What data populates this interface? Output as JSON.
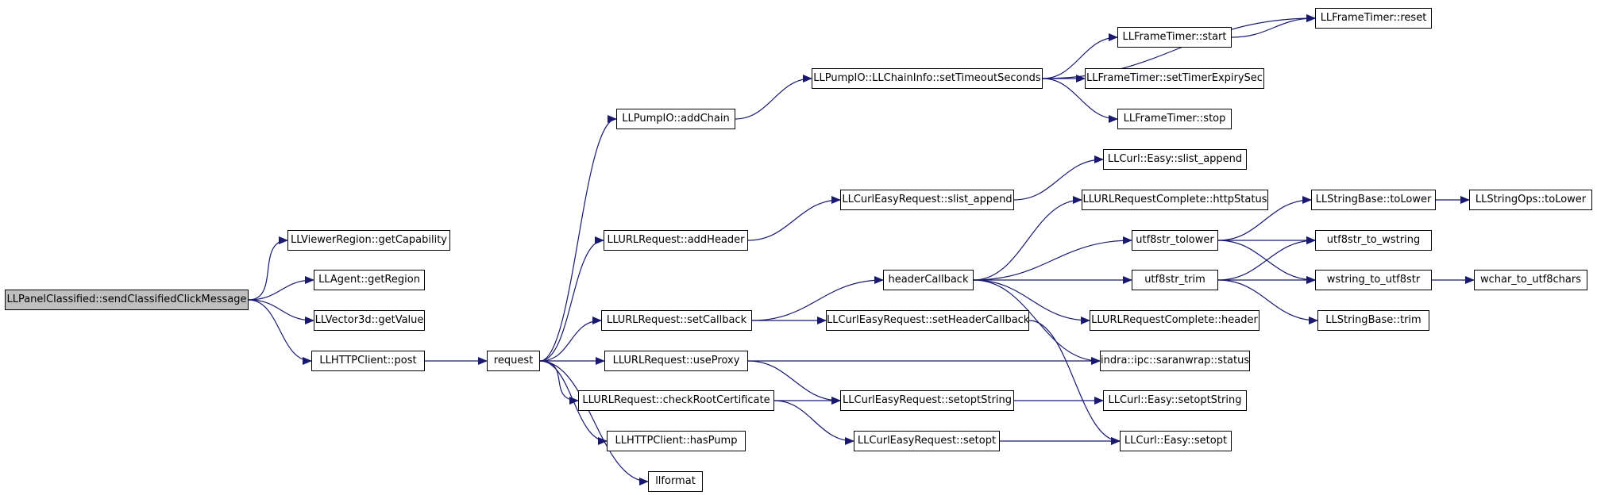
{
  "graph": {
    "edge_color": "#191970",
    "root_fill": "#bfbfbf",
    "nodes": {
      "root": "LLPanelClassified::sendClassifiedClickMessage",
      "getCapability": "LLViewerRegion::getCapability",
      "getRegion": "LLAgent::getRegion",
      "getValue": "LLVector3d::getValue",
      "post": "LLHTTPClient::post",
      "request": "request",
      "addChain": "LLPumpIO::addChain",
      "setTimeoutSeconds": "LLPumpIO::LLChainInfo::setTimeoutSeconds",
      "frReset": "LLFrameTimer::reset",
      "frStart": "LLFrameTimer::start",
      "frExpiry": "LLFrameTimer::setTimerExpirySec",
      "frStop": "LLFrameTimer::stop",
      "addHeader": "LLURLRequest::addHeader",
      "easySlistAppend": "LLCurlEasyRequest::slist_append",
      "curlSlistAppend": "LLCurl::Easy::slist_append",
      "setCallback": "LLURLRequest::setCallback",
      "headerCallback": "headerCallback",
      "httpStatus": "LLURLRequestComplete::httpStatus",
      "tolower": "utf8str_tolower",
      "trim": "utf8str_trim",
      "rcHeader": "LLURLRequestComplete::header",
      "sbToLower": "LLStringBase::toLower",
      "soToLower": "LLStringOps::toLower",
      "toWstring": "utf8str_to_wstring",
      "wToUtf8": "wstring_to_utf8str",
      "wcharToUtf8": "wchar_to_utf8chars",
      "sbTrim": "LLStringBase::trim",
      "setHeaderCallback": "LLCurlEasyRequest::setHeaderCallback",
      "useProxy": "LLURLRequest::useProxy",
      "saranwrap": "indra::ipc::saranwrap::status",
      "checkRootCert": "LLURLRequest::checkRootCertificate",
      "setoptString": "LLCurlEasyRequest::setoptString",
      "easySetoptString": "LLCurl::Easy::setoptString",
      "hasPump": "LLHTTPClient::hasPump",
      "setopt": "LLCurlEasyRequest::setopt",
      "easySetopt": "LLCurl::Easy::setopt",
      "llformat": "llformat"
    },
    "edges": [
      [
        "root",
        "getCapability"
      ],
      [
        "root",
        "getRegion"
      ],
      [
        "root",
        "getValue"
      ],
      [
        "root",
        "post"
      ],
      [
        "post",
        "request"
      ],
      [
        "request",
        "addChain"
      ],
      [
        "request",
        "addHeader"
      ],
      [
        "request",
        "setCallback"
      ],
      [
        "request",
        "useProxy"
      ],
      [
        "request",
        "checkRootCert"
      ],
      [
        "request",
        "hasPump"
      ],
      [
        "request",
        "llformat"
      ],
      [
        "addChain",
        "setTimeoutSeconds"
      ],
      [
        "setTimeoutSeconds",
        "frReset"
      ],
      [
        "setTimeoutSeconds",
        "frStart"
      ],
      [
        "setTimeoutSeconds",
        "frExpiry"
      ],
      [
        "setTimeoutSeconds",
        "frStop"
      ],
      [
        "frStart",
        "frReset"
      ],
      [
        "addHeader",
        "easySlistAppend"
      ],
      [
        "easySlistAppend",
        "curlSlistAppend"
      ],
      [
        "setCallback",
        "headerCallback"
      ],
      [
        "setCallback",
        "setHeaderCallback"
      ],
      [
        "headerCallback",
        "httpStatus"
      ],
      [
        "headerCallback",
        "tolower"
      ],
      [
        "headerCallback",
        "trim"
      ],
      [
        "headerCallback",
        "rcHeader"
      ],
      [
        "headerCallback",
        "saranwrap"
      ],
      [
        "tolower",
        "sbToLower"
      ],
      [
        "tolower",
        "toWstring"
      ],
      [
        "tolower",
        "wToUtf8"
      ],
      [
        "trim",
        "toWstring"
      ],
      [
        "trim",
        "wToUtf8"
      ],
      [
        "trim",
        "sbTrim"
      ],
      [
        "sbToLower",
        "soToLower"
      ],
      [
        "wToUtf8",
        "wcharToUtf8"
      ],
      [
        "setHeaderCallback",
        "easySetopt"
      ],
      [
        "useProxy",
        "saranwrap"
      ],
      [
        "useProxy",
        "setoptString"
      ],
      [
        "checkRootCert",
        "setoptString"
      ],
      [
        "checkRootCert",
        "setopt"
      ],
      [
        "setoptString",
        "easySetoptString"
      ],
      [
        "setopt",
        "easySetopt"
      ]
    ]
  }
}
